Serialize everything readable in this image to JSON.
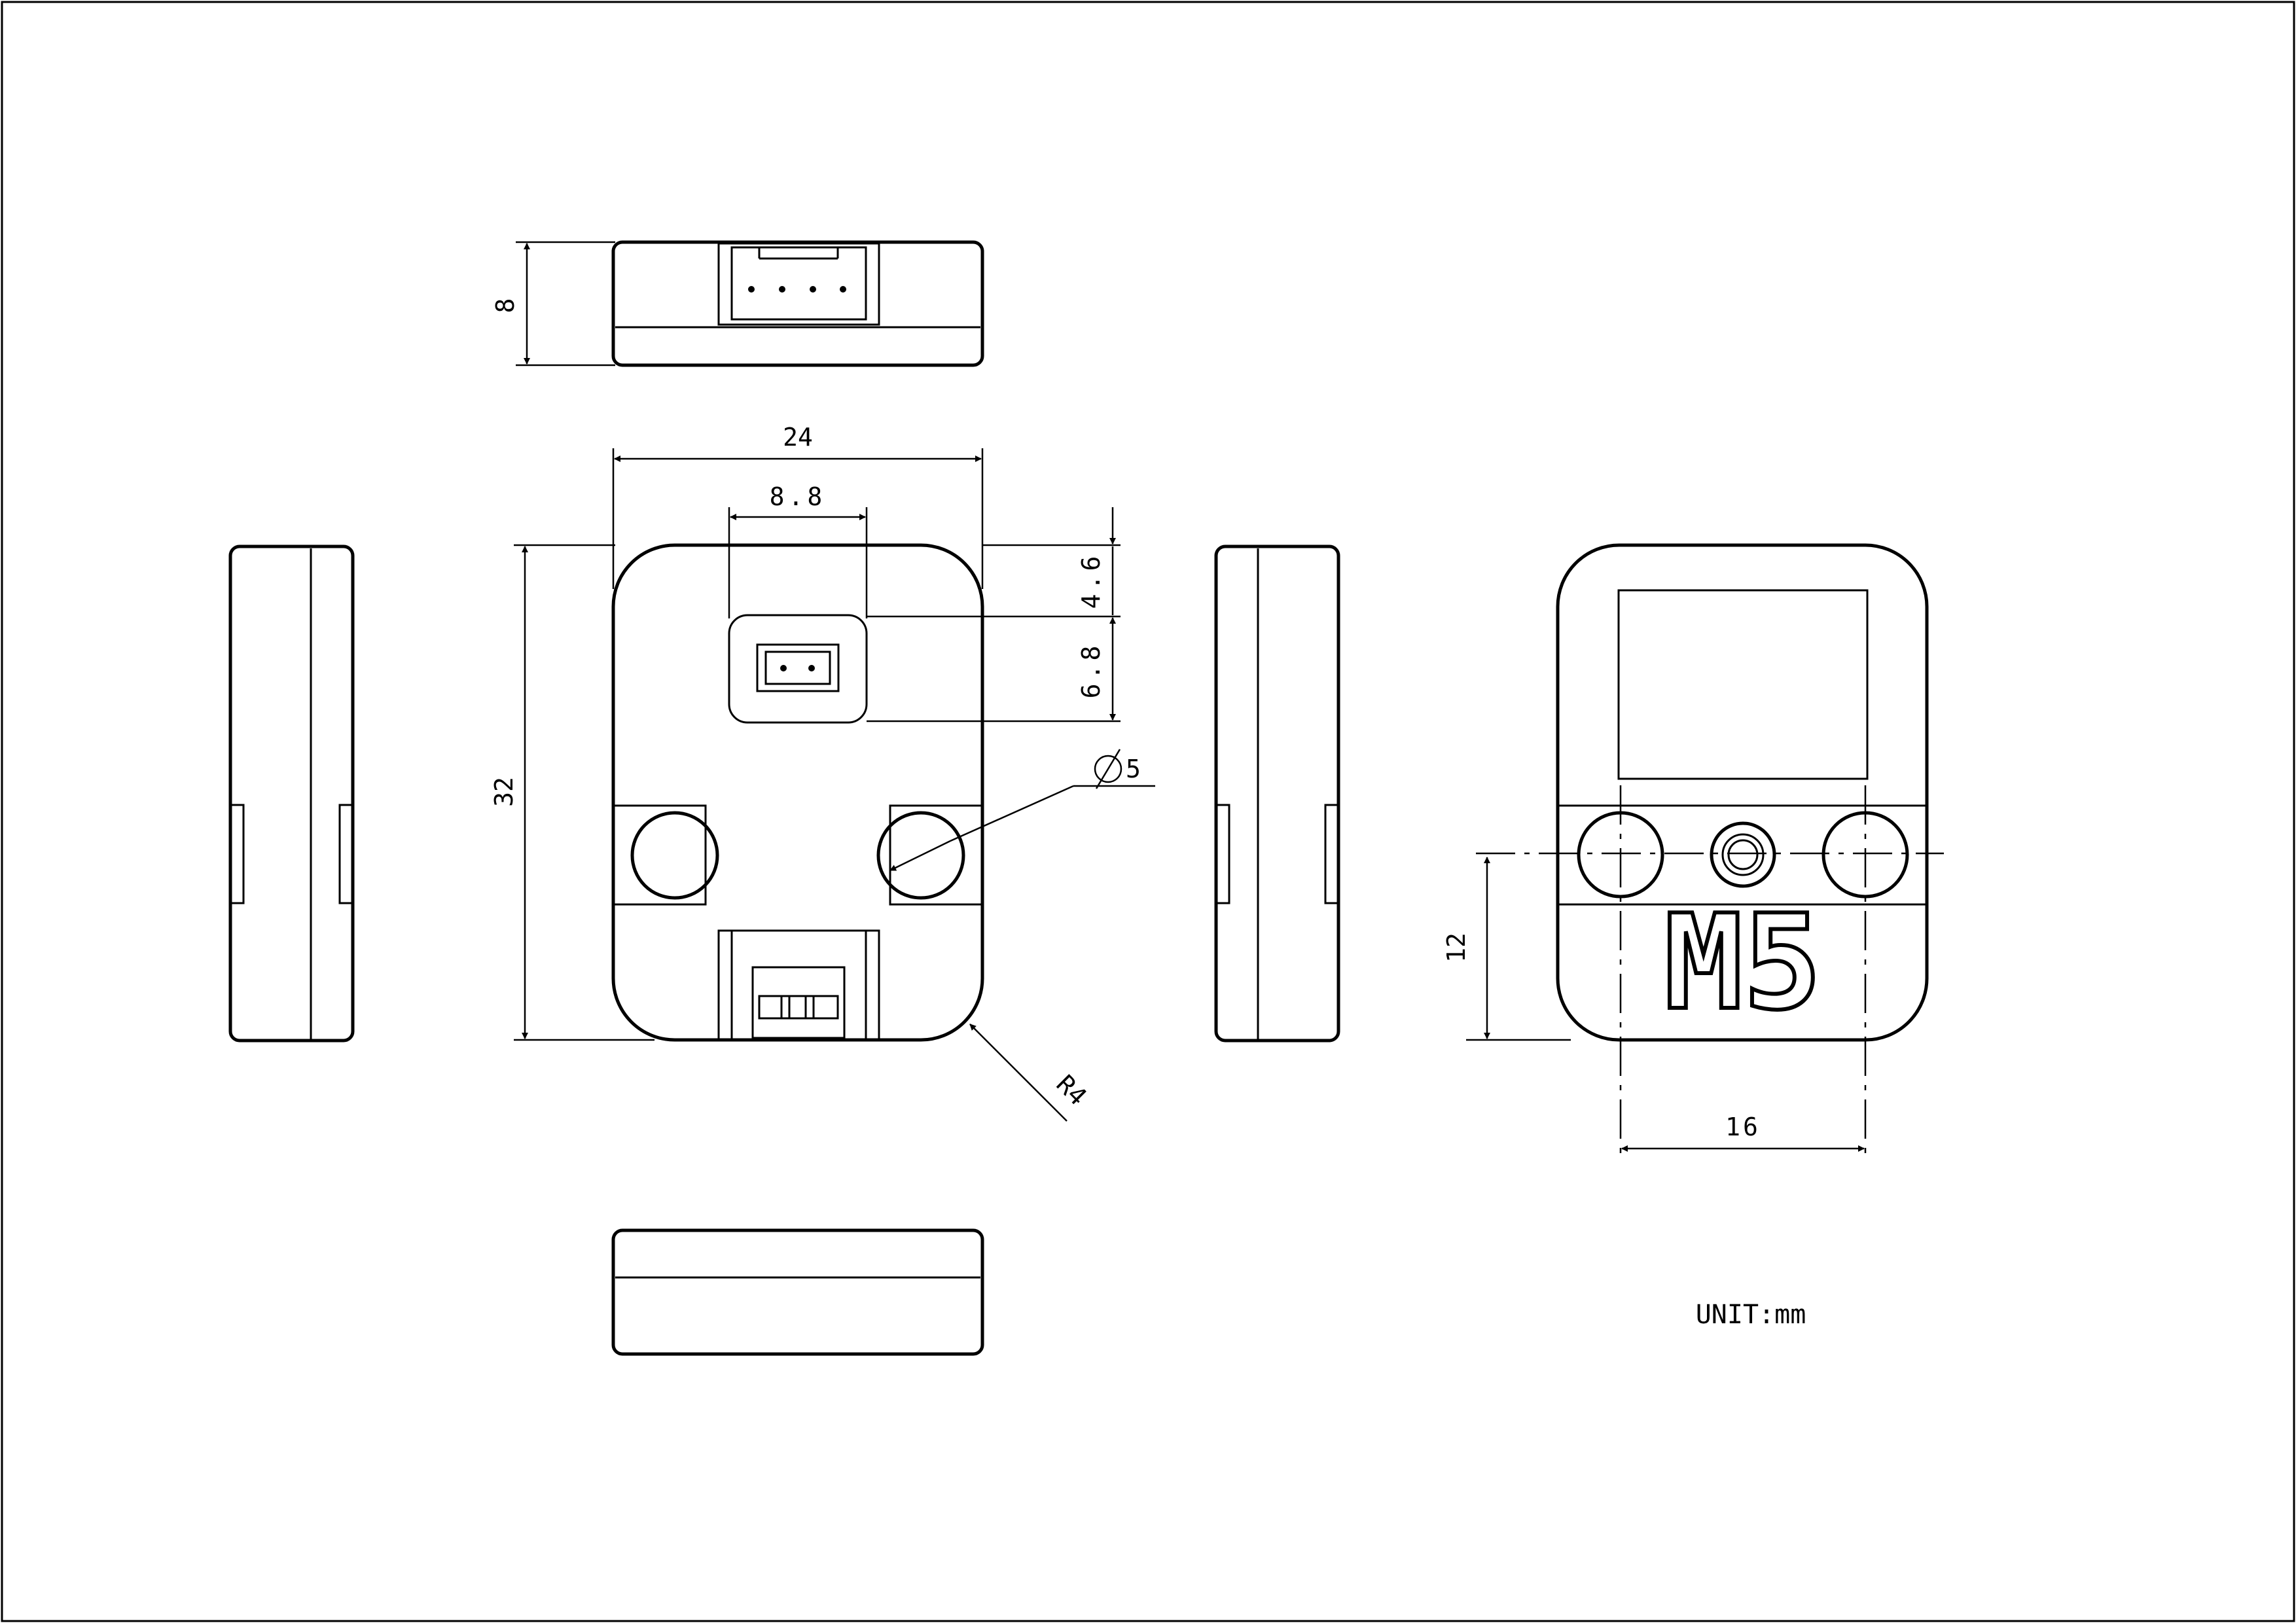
{
  "drawing": {
    "unit_label": "UNIT:mm",
    "logo_text": "M5",
    "dimensions": {
      "top_height": "8",
      "front_width": "24",
      "connector_width": "8.8",
      "connector_offset": "4.6",
      "connector_height": "6.8",
      "front_height": "32",
      "hole_diameter": "5",
      "corner_radius": "R4",
      "hole_height": "12",
      "hole_spacing": "16"
    }
  }
}
